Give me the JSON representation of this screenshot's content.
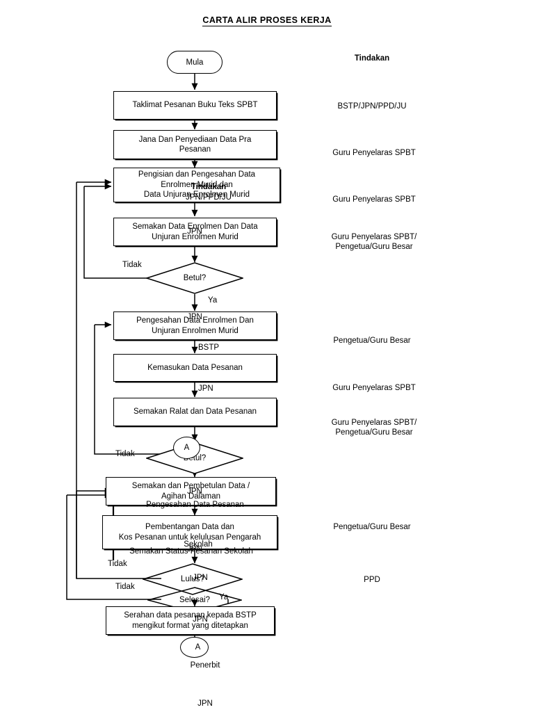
{
  "document": {
    "title": "CARTA ALIR PROSES KERJA",
    "column_header": "Tindakan"
  },
  "flow": {
    "start": {
      "label": "Mula"
    },
    "nodes": [
      {
        "id": "n1",
        "type": "process",
        "label": "Taklimat Pesanan Buku Teks SPBT"
      },
      {
        "id": "n2",
        "type": "process",
        "label": "Jana Dan Penyediaan Data Pra\nPesanan"
      },
      {
        "id": "n3",
        "type": "process",
        "label": "Pengisian dan Pengesahan Data\nEnrolmen Murid dan\nData Unjuran Enrolmen Murid"
      },
      {
        "id": "n4",
        "type": "process",
        "label": "Semakan Data Enrolmen  Dan Data\nUnjuran Enrolmen Murid"
      },
      {
        "id": "d1",
        "type": "decision",
        "label": "Betul?"
      },
      {
        "id": "n5",
        "type": "process",
        "label": "Pengesahan Data Enrolmen Dan\nUnjuran Enrolmen Murid"
      },
      {
        "id": "n6",
        "type": "process",
        "label": "Kemasukan Data Pesanan"
      },
      {
        "id": "n7",
        "type": "process",
        "label": "Semakan Ralat dan Data Pesanan"
      },
      {
        "id": "d2",
        "type": "decision",
        "label": "Betul?"
      },
      {
        "id": "c1",
        "type": "connector",
        "label": "A"
      },
      {
        "id": "n8",
        "type": "process",
        "label": "Semakan dan Pembetulan Data /\nAgihan Dalaman"
      },
      {
        "id": "n9",
        "type": "process",
        "label": "Pembentangan Data dan\nKos Pesanan untuk kelulusan Pengarah"
      },
      {
        "id": "d3",
        "type": "decision",
        "label": "Lulus?"
      },
      {
        "id": "d4",
        "type": "decision",
        "label": "Selesai?"
      },
      {
        "id": "n10",
        "type": "process",
        "label": "Serahan data pesanan kepada BSTP\nmengikut format yang ditetapkan"
      },
      {
        "id": "c2",
        "type": "connector",
        "label": "A"
      }
    ],
    "overlay_texts": [
      {
        "id": "o1",
        "label": "Tindakan",
        "bold": true
      },
      {
        "id": "o2",
        "label": "JPN/PPD/JU",
        "bold": false
      },
      {
        "id": "o3",
        "label": "JPN",
        "bold": false
      },
      {
        "id": "o4",
        "label": "JPN",
        "bold": false
      },
      {
        "id": "o5",
        "label": "Pengesahan Data Pesanan",
        "bold": false
      },
      {
        "id": "o6",
        "label": "Sekolah",
        "bold": false
      },
      {
        "id": "o7",
        "label": "Semakan Status Pesanan Sekolah",
        "bold": false
      },
      {
        "id": "o8",
        "label": "JPN",
        "bold": false
      },
      {
        "id": "o9",
        "label": "JPN",
        "bold": false
      },
      {
        "id": "o10",
        "label": "JPN",
        "bold": false
      },
      {
        "id": "o11",
        "label": "JPN",
        "bold": false
      }
    ],
    "edge_labels": [
      {
        "id": "e1",
        "label": "Tidak"
      },
      {
        "id": "e2",
        "label": "Ya"
      },
      {
        "id": "e3",
        "label": "BSTP"
      },
      {
        "id": "e4",
        "label": "JPN"
      },
      {
        "id": "e5",
        "label": "Tidak"
      },
      {
        "id": "e6",
        "label": "Tidak"
      },
      {
        "id": "e7",
        "label": "Tidak"
      },
      {
        "id": "e8",
        "label": "Ya"
      }
    ],
    "captions": [
      {
        "id": "cap1",
        "label": "Penerbit"
      },
      {
        "id": "cap2",
        "label": "JPN"
      }
    ]
  },
  "actors": [
    {
      "id": "a1",
      "label": "BSTP/JPN/PPD/JU"
    },
    {
      "id": "a2",
      "label": "Guru Penyelaras SPBT"
    },
    {
      "id": "a3",
      "label": "Guru Penyelaras SPBT"
    },
    {
      "id": "a4",
      "label": "Guru Penyelaras SPBT/\nPengetua/Guru Besar"
    },
    {
      "id": "a5",
      "label": "Pengetua/Guru Besar"
    },
    {
      "id": "a6",
      "label": "Guru Penyelaras SPBT"
    },
    {
      "id": "a7",
      "label": "Guru Penyelaras SPBT/\nPengetua/Guru Besar"
    },
    {
      "id": "a8",
      "label": "Pengetua/Guru Besar"
    },
    {
      "id": "a9",
      "label": "PPD"
    }
  ],
  "colors": {
    "stroke": "#000000",
    "background": "#ffffff",
    "text": "#000000"
  }
}
